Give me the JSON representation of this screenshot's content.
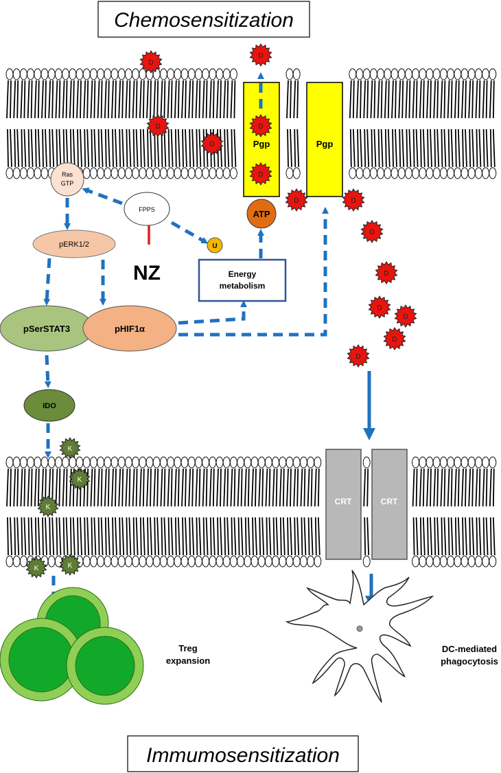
{
  "titles": {
    "top": "Chemosensitization",
    "bottom": "Immumosensitization"
  },
  "nodes": {
    "ras": {
      "line1": "Ras",
      "line2": "GTP"
    },
    "fpps": "FPPS",
    "nz": "NZ",
    "u": "U",
    "perk": "pERK1/2",
    "pserstat3": "pSerSTAT3",
    "phif1a": "pHIF1α",
    "ido": "IDO",
    "energy": {
      "line1": "Energy",
      "line2": "metabolism"
    },
    "atp": "ATP",
    "pgp1": "Pgp",
    "pgp2": "Pgp",
    "crt1": "CRT",
    "crt2": "CRT",
    "drug": "D",
    "kyn": "K"
  },
  "captions": {
    "treg": {
      "line1": "Treg",
      "line2": "expansion"
    },
    "dc": {
      "line1": "DC-mediated",
      "line2": "phagocytosis"
    }
  },
  "colors": {
    "arrow": "#1f72c1",
    "inhibit": "#e0201b",
    "drug": "#e8140f",
    "kyn": "#5f7d34",
    "pgp": "#ffff00",
    "atp": "#e06c14",
    "crt": "#b8b8b8",
    "ras": "#fbe1d0",
    "perk": "#f6c7a6",
    "phif": "#f4b183",
    "stat3": "#a9c47f",
    "ido": "#6b8c3b",
    "u": "#f5b800",
    "treg_outer": "#8fcf55",
    "treg_inner": "#12a92a",
    "energy_border": "#2f5597"
  }
}
